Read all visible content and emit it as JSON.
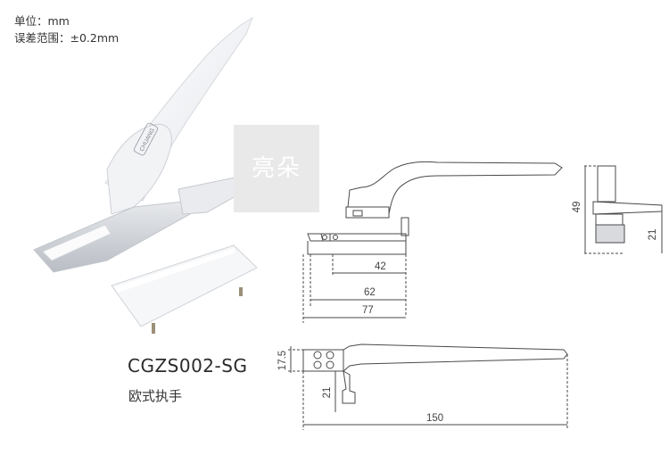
{
  "header": {
    "unit_line": "单位：mm",
    "tolerance_line": "误差范围：±0.2mm"
  },
  "watermark": {
    "text": "亮朵"
  },
  "product": {
    "model": "CGZS002-SG",
    "name": "欧式执手",
    "logo_text": "CHUANG"
  },
  "dimensions": {
    "front_42": "42",
    "front_62": "62",
    "front_77": "77",
    "side_49": "49",
    "side_21": "21",
    "top_17_5": "17.5",
    "top_21": "21",
    "top_150": "150"
  },
  "colors": {
    "line": "#4a4a4a",
    "handle_body": "#f4f5f7",
    "handle_shade": "#c9ccd2",
    "watermark_bg": "#e9e9e9"
  }
}
